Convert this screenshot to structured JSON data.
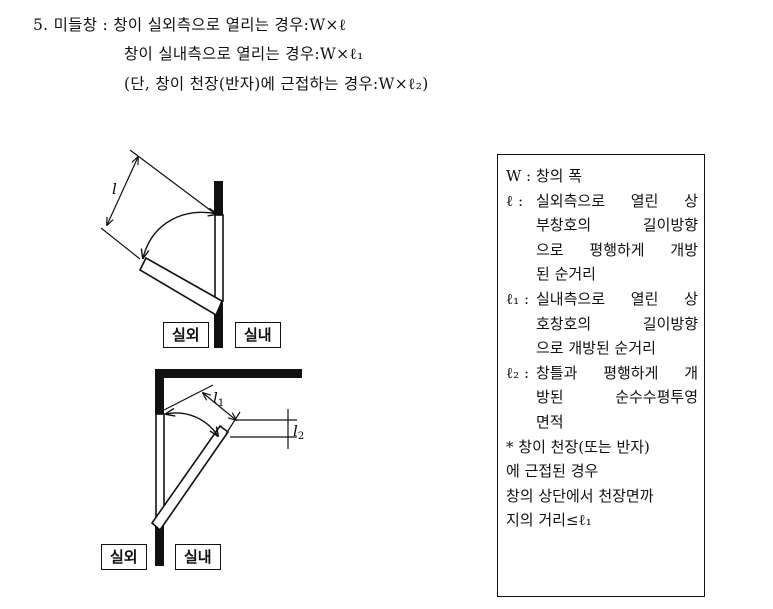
{
  "header": {
    "line1": "5. 미들창 : 창이 실외측으로 열리는 경우:W×ℓ",
    "line2": "창이 실내측으로 열리는 경우:W×ℓ₁",
    "line3": "(단, 창이 천장(반자)에 근접하는 경우:W×ℓ₂)"
  },
  "diagram": {
    "top": {
      "dimension_label": "l",
      "outside_label": "실외",
      "inside_label": "실내"
    },
    "bottom": {
      "dimension_label_1": "l",
      "dimension_label_1_sub": "1",
      "dimension_label_2": "l",
      "dimension_label_2_sub": "2",
      "outside_label": "실외",
      "inside_label": "실내"
    }
  },
  "legend": {
    "w_key": "W",
    "w_text": ": 창의 폭",
    "l_key": "ℓ :",
    "l_lines": [
      "실외측으로 열린 상",
      "부창호의 길이방향",
      "으로 평행하게 개방",
      "된 순거리"
    ],
    "l1_key": "ℓ₁ :",
    "l1_lines": [
      "실내측으로 열린 상",
      "호창호의 길이방향",
      "으로 개방된 순거리"
    ],
    "l2_key": "ℓ₂ :",
    "l2_lines": [
      "창틀과 평행하게 개",
      "방된 순수수평투영",
      "면적"
    ],
    "note_lines": [
      "* 창이 천장(또는 반자)",
      "에 근접된 경우",
      "창의 상단에서 천장면까",
      "지의 거리≤ℓ₁"
    ]
  }
}
